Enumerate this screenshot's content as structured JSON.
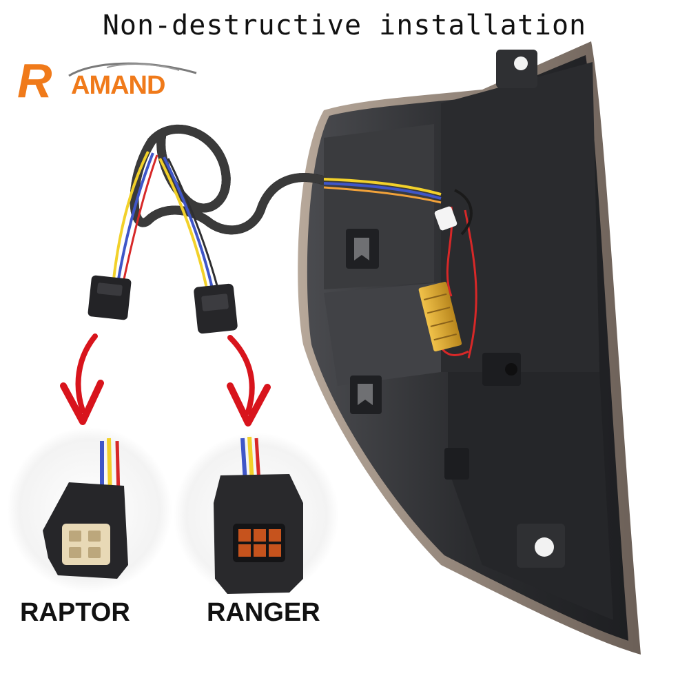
{
  "headline": "Non-destructive installation",
  "brand": {
    "initial": "R",
    "rest": "AMAND",
    "accent": "#f07a1a",
    "dark": "#7a7a7a"
  },
  "connectors": [
    {
      "label": "RAPTOR"
    },
    {
      "label": "RANGER"
    }
  ],
  "colors": {
    "arrow": "#d8141c",
    "housing": "#2f2f31",
    "wire_yellow": "#f2d12a",
    "wire_blue": "#3f56c8",
    "wire_red": "#d72828",
    "resistor": "#d8a22a"
  },
  "icons": [
    "car-roof-swoosh-icon",
    "arrow-down-icon"
  ]
}
